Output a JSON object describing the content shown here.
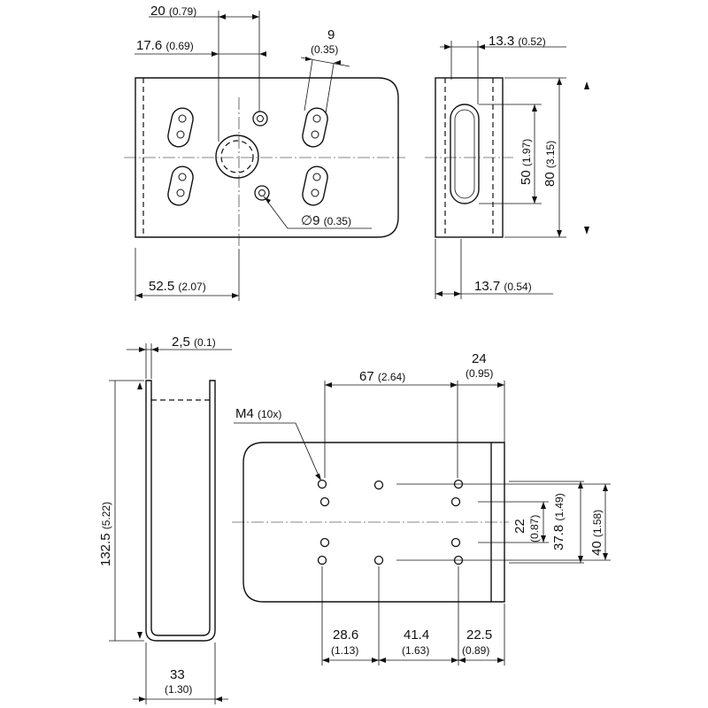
{
  "dimensions": {
    "d20": {
      "main": "20",
      "sub": "(0.79)"
    },
    "d9": {
      "main": "9",
      "sub": "(0.35)"
    },
    "d17_6": {
      "main": "17.6",
      "sub": "(0.69)"
    },
    "d13_3": {
      "main": "13.3",
      "sub": "(0.52)"
    },
    "d50": {
      "main": "50",
      "sub": "(1.97)"
    },
    "d80": {
      "main": "80",
      "sub": "(3.15)"
    },
    "hole_dia": {
      "symbol": "∅",
      "main": "9",
      "sub": "(0.35)"
    },
    "d52_5": {
      "main": "52.5",
      "sub": "(2.07)"
    },
    "d13_7": {
      "main": "13.7",
      "sub": "(0.54)"
    },
    "d2_5": {
      "main": "2,5",
      "sub": "(0.1)"
    },
    "d132_5": {
      "main": "132.5",
      "sub": "(5.22)"
    },
    "d33": {
      "main": "33",
      "sub": "(1.30)"
    },
    "d67": {
      "main": "67",
      "sub": "(2.64)"
    },
    "d24": {
      "main": "24",
      "sub": "(0.95)"
    },
    "m4": {
      "main": "M4",
      "sub": "(10x)"
    },
    "d22": {
      "main": "22",
      "sub": "(0.87)"
    },
    "d37_8": {
      "main": "37.8",
      "sub": "(1.49)"
    },
    "d40": {
      "main": "40",
      "sub": "(1.58)"
    },
    "d28_6": {
      "main": "28.6",
      "sub": "(1.13)"
    },
    "d41_4": {
      "main": "41.4",
      "sub": "(1.63)"
    },
    "d22_5": {
      "main": "22.5",
      "sub": "(0.89)"
    }
  },
  "icons": {
    "section_marker": "section-arrow-icon"
  }
}
